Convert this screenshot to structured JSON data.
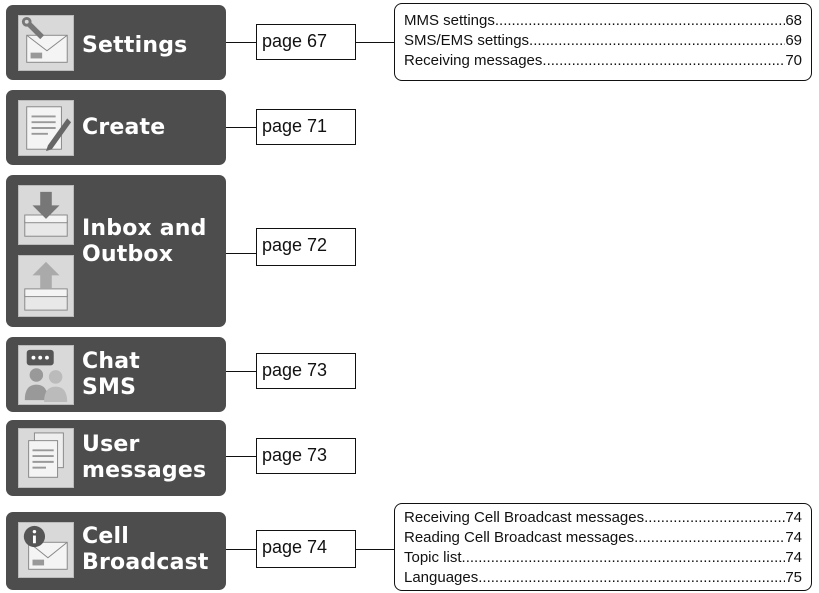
{
  "menus": [
    {
      "id": "settings",
      "label": "Settings",
      "icon": "envelope-wrench-icon",
      "page": "page 67",
      "toc": [
        {
          "title": "MMS settings",
          "page": "68"
        },
        {
          "title": "SMS/EMS settings",
          "page": "69"
        },
        {
          "title": "Receiving messages",
          "page": "70"
        }
      ]
    },
    {
      "id": "create",
      "label": "Create",
      "icon": "pencil-document-icon",
      "page": "page 71"
    },
    {
      "id": "inbox-outbox",
      "label": "Inbox and\nOutbox",
      "icons": [
        "tray-down-arrow-icon",
        "tray-up-arrow-icon"
      ],
      "page": "page 72"
    },
    {
      "id": "chat-sms",
      "label": "Chat\nSMS",
      "icon": "chat-people-icon",
      "page": "page 73"
    },
    {
      "id": "user-messages",
      "label": "User\nmessages",
      "icon": "stacked-documents-icon",
      "page": "page 73"
    },
    {
      "id": "cell-broadcast",
      "label": "Cell\nBroadcast",
      "icon": "envelope-info-icon",
      "page": "page 74",
      "toc": [
        {
          "title": "Receiving Cell Broadcast messages ",
          "page": "74"
        },
        {
          "title": "Reading Cell Broadcast messages",
          "page": "74"
        },
        {
          "title": "Topic list",
          "page": "74"
        },
        {
          "title": "Languages ",
          "page": "75"
        }
      ]
    }
  ]
}
